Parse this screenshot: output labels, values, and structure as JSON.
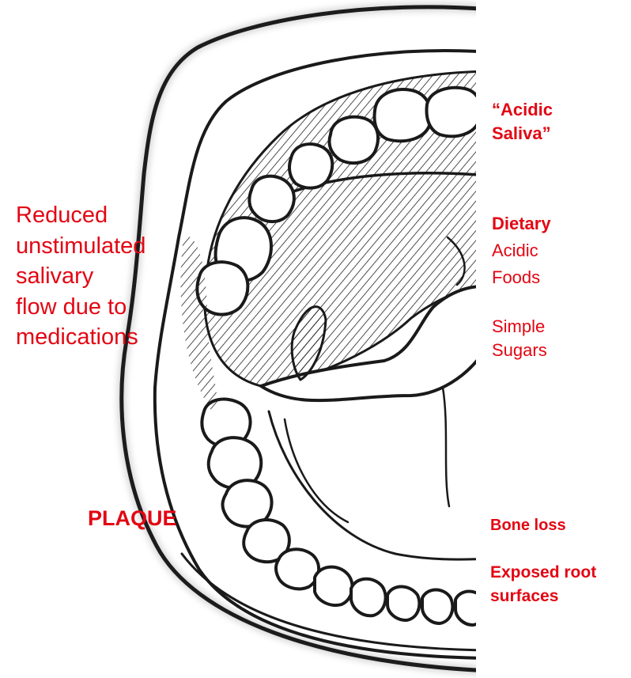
{
  "labels": {
    "reduced_flow": [
      "Reduced",
      "unstimulated",
      "salivary",
      "flow due to",
      "medications"
    ],
    "acidic_saliva": [
      "“Acidic",
      "Saliva”"
    ],
    "dietary_heading": "Dietary",
    "dietary_items": [
      "Acidic",
      "Foods"
    ],
    "simple_sugars": [
      "Simple",
      "Sugars"
    ],
    "plaque": "PLAQUE",
    "bone_loss": "Bone loss",
    "exposed_root": [
      "Exposed root",
      "surfaces"
    ]
  },
  "colors": {
    "label_red": "#e30613",
    "line_ink": "#1a1a1a"
  },
  "icons": {
    "illustration": "open-mouth-line-drawing"
  }
}
